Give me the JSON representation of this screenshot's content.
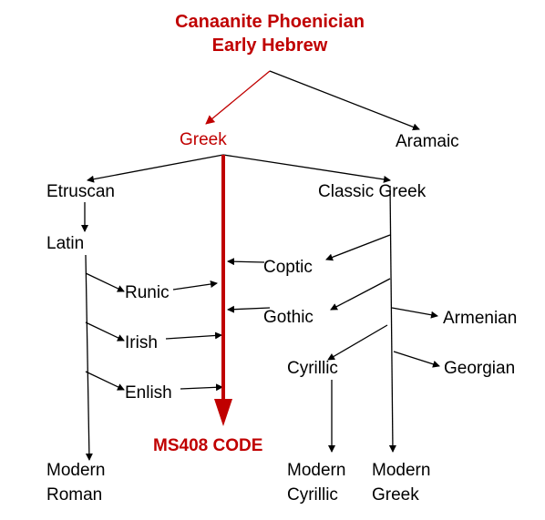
{
  "title": {
    "line1": "Canaanite Phoenician",
    "line2": "Early Hebrew"
  },
  "nodes": {
    "greek": "Greek",
    "aramaic": "Aramaic",
    "etruscan": "Etruscan",
    "classic_greek": "Classic Greek",
    "latin": "Latin",
    "coptic": "Coptic",
    "runic": "Runic",
    "gothic": "Gothic",
    "armenian": "Armenian",
    "irish": "Irish",
    "cyrillic": "Cyrillic",
    "georgian": "Georgian",
    "enlish": "Enlish",
    "ms408": "MS408 CODE",
    "modern_roman_1": "Modern",
    "modern_roman_2": "Roman",
    "modern_cyrillic_1": "Modern",
    "modern_cyrillic_2": "Cyrillic",
    "modern_greek_1": "Modern",
    "modern_greek_2": "Greek"
  },
  "colors": {
    "highlight": "#c00000",
    "line": "#000000"
  }
}
